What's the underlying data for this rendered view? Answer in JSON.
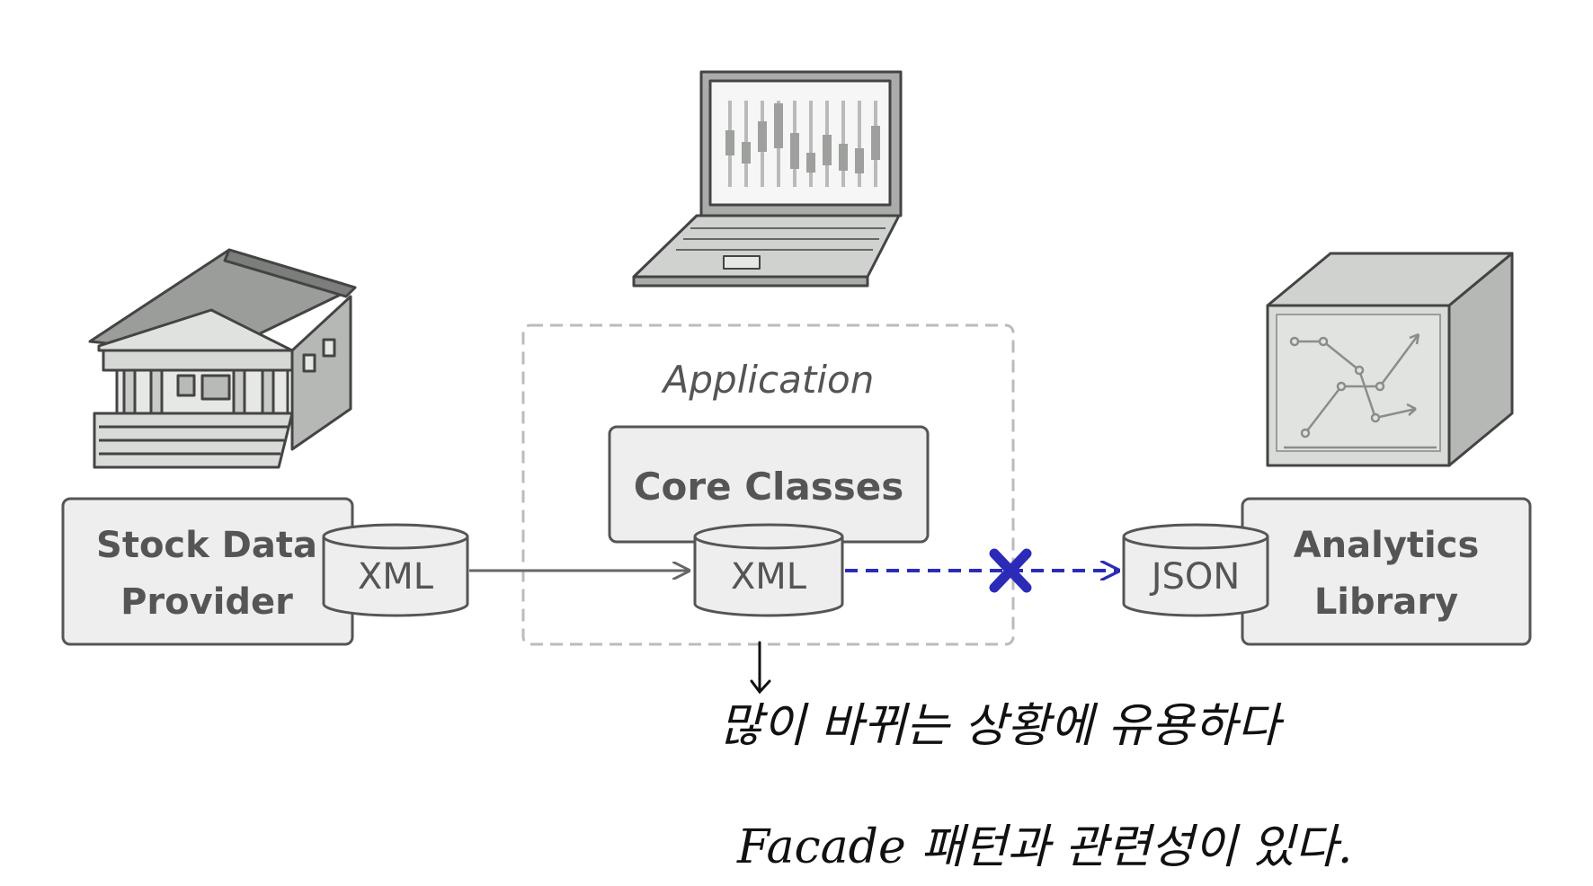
{
  "nodes": {
    "provider": {
      "line1": "Stock Data",
      "line2": "Provider",
      "format": "XML"
    },
    "application": {
      "title": "Application",
      "core": "Core Classes",
      "format": "XML"
    },
    "library": {
      "line1": "Analytics",
      "line2": "Library",
      "format": "JSON"
    }
  },
  "annotation": {
    "line1": "많이 바뀌는 상황에 유용하다",
    "line2": "Facade 패턴과 관련성이 있다."
  },
  "colors": {
    "box_fill": "#eeeeee",
    "box_stroke": "#555555",
    "text": "#555555",
    "dashed_frame": "#bbbbbb",
    "incompatible_arrow": "#2b2bb8"
  },
  "icons": {
    "provider": "bank-building-icon",
    "application": "laptop-chart-icon",
    "library": "analytics-box-icon"
  }
}
